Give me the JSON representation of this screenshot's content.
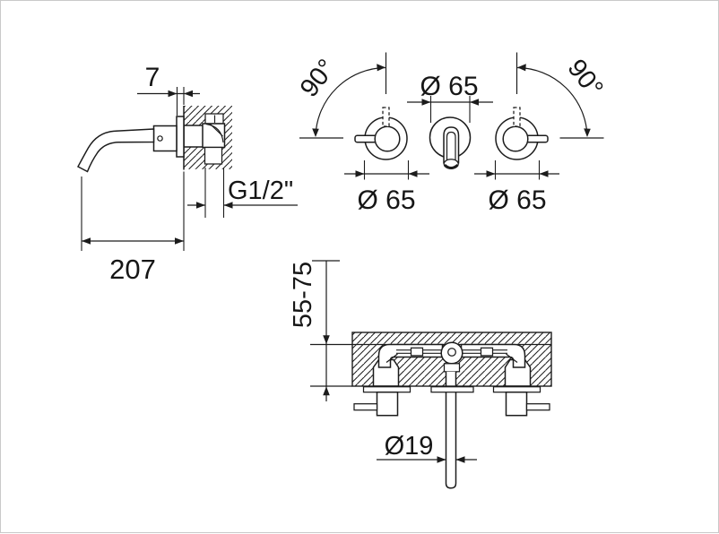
{
  "drawing": {
    "title_semantic": "Wall-mounted 3-hole basin faucet technical drawing",
    "background_color": "#ffffff",
    "ink_color": "#1c1c1c",
    "frame_color": "#c9c9c9",
    "side_view": {
      "wall_offset": "7",
      "thread_size": "G1/2\"",
      "spout_reach": "207"
    },
    "front_view": {
      "left_handle_rotation": "90°",
      "right_handle_rotation": "90°",
      "center_escutcheon_diameter": "Ø 65",
      "left_escutcheon_diameter": "Ø 65",
      "right_escutcheon_diameter": "Ø 65"
    },
    "bottom_view": {
      "mounting_depth_range": "55-75",
      "outlet_tube_diameter": "Ø19"
    }
  }
}
